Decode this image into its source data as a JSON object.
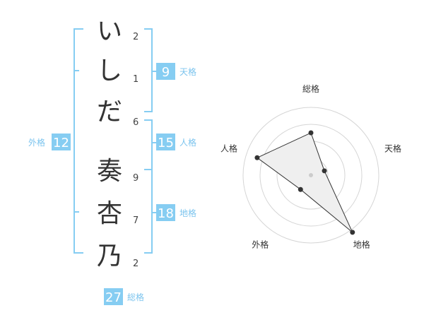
{
  "name": {
    "characters": [
      {
        "char": "い",
        "strokes": "2"
      },
      {
        "char": "し",
        "strokes": "1"
      },
      {
        "char": "だ",
        "strokes": "6"
      },
      {
        "char": "奏",
        "strokes": "9"
      },
      {
        "char": "杏",
        "strokes": "7"
      },
      {
        "char": "乃",
        "strokes": "2"
      }
    ]
  },
  "kakusu": {
    "tenkaku": {
      "value": "9",
      "label": "天格"
    },
    "jinkaku": {
      "value": "15",
      "label": "人格"
    },
    "chikaku": {
      "value": "18",
      "label": "地格"
    },
    "gaikaku": {
      "value": "12",
      "label": "外格"
    },
    "soukaku": {
      "value": "27",
      "label": "総格"
    }
  },
  "colors": {
    "accent": "#86cdf2",
    "label_text": "#7cc4ee",
    "polygon_fill": "#efefef",
    "grid": "#d5d5d5"
  },
  "chart_data": {
    "type": "radar",
    "axes": [
      "総格",
      "天格",
      "地格",
      "外格",
      "人格"
    ],
    "values": [
      0.6,
      0.2,
      1.0,
      0.25,
      0.8
    ],
    "rings": 4
  }
}
